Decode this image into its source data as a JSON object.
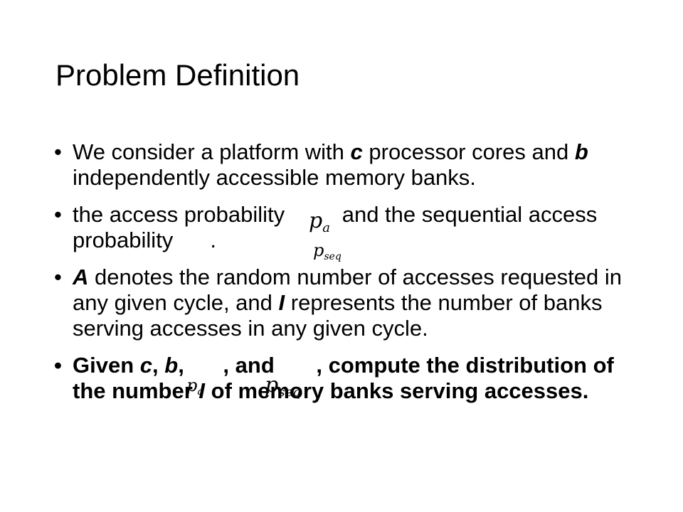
{
  "slide": {
    "title": "Problem Definition",
    "bullets": [
      {
        "parts": [
          {
            "text": "We consider a platform with "
          },
          {
            "text": "c",
            "style": "var"
          },
          {
            "text": " processor cores and "
          },
          {
            "text": "b",
            "style": "var"
          },
          {
            "text": " independently accessible memory banks."
          }
        ]
      },
      {
        "parts": [
          {
            "text": "the access probability"
          },
          {
            "text": "",
            "style": "placeholder"
          },
          {
            "text": " and the sequential access probability"
          },
          {
            "text": "",
            "style": "placeholder"
          },
          {
            "text": "."
          }
        ]
      },
      {
        "parts": [
          {
            "text": "A",
            "style": "var"
          },
          {
            "text": " denotes the random number of accesses requested in any given cycle, and "
          },
          {
            "text": "I",
            "style": "var"
          },
          {
            "text": " represents the number of banks serving accesses in any given cycle."
          }
        ]
      },
      {
        "bold": true,
        "parts": [
          {
            "text": "Given "
          },
          {
            "text": "c",
            "style": "var"
          },
          {
            "text": ", "
          },
          {
            "text": "b",
            "style": "var"
          },
          {
            "text": ", "
          },
          {
            "text": "",
            "style": "placeholder"
          },
          {
            "text": ", and "
          },
          {
            "text": "",
            "style": "placeholder"
          },
          {
            "text": ", compute the distribution of the number "
          },
          {
            "text": "I",
            "style": "var"
          },
          {
            "text": " of memory banks serving accesses."
          }
        ]
      }
    ],
    "formulas": {
      "pa_symbol": "p",
      "pa_subscript": "a",
      "pseq_symbol": "p",
      "pseq_subscript": "seq"
    }
  }
}
